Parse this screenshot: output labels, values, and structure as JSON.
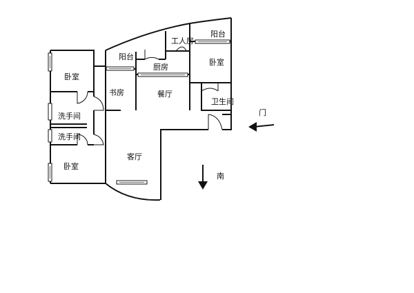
{
  "rooms": {
    "bedroom_nw": "卧室",
    "washroom_upper": "洗手间",
    "washroom_lower": "洗手间",
    "bedroom_sw": "卧室",
    "study": "书房",
    "balcony_west": "阳台",
    "kitchen": "厨房",
    "dining": "餐厅",
    "living": "客厅",
    "servant": "工人房",
    "balcony_east": "阳台",
    "bedroom_east": "卧室",
    "bathroom": "卫生间"
  },
  "markers": {
    "door_label": "门",
    "south_label": "南"
  },
  "colors": {
    "wall": "#111111",
    "window_fill": "#ffffff",
    "window_line": "#777777"
  }
}
